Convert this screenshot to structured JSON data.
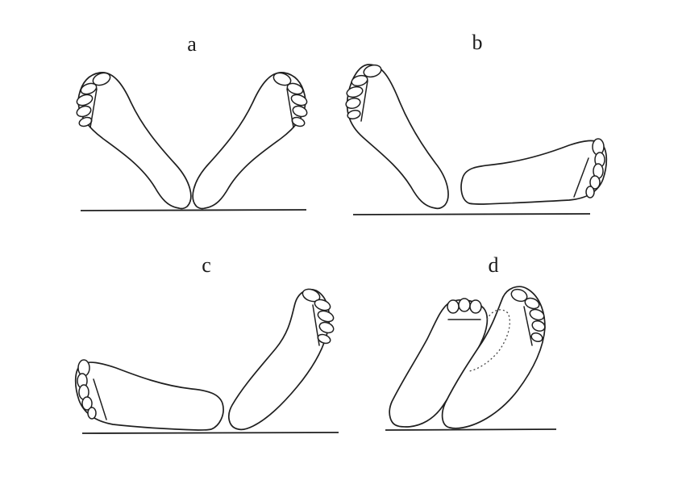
{
  "panels": [
    {
      "id": "a",
      "label": "a"
    },
    {
      "id": "b",
      "label": "b"
    },
    {
      "id": "c",
      "label": "c"
    },
    {
      "id": "d",
      "label": "d"
    }
  ],
  "colors": {
    "line": "#1f1f1f",
    "background": "#ffffff"
  }
}
